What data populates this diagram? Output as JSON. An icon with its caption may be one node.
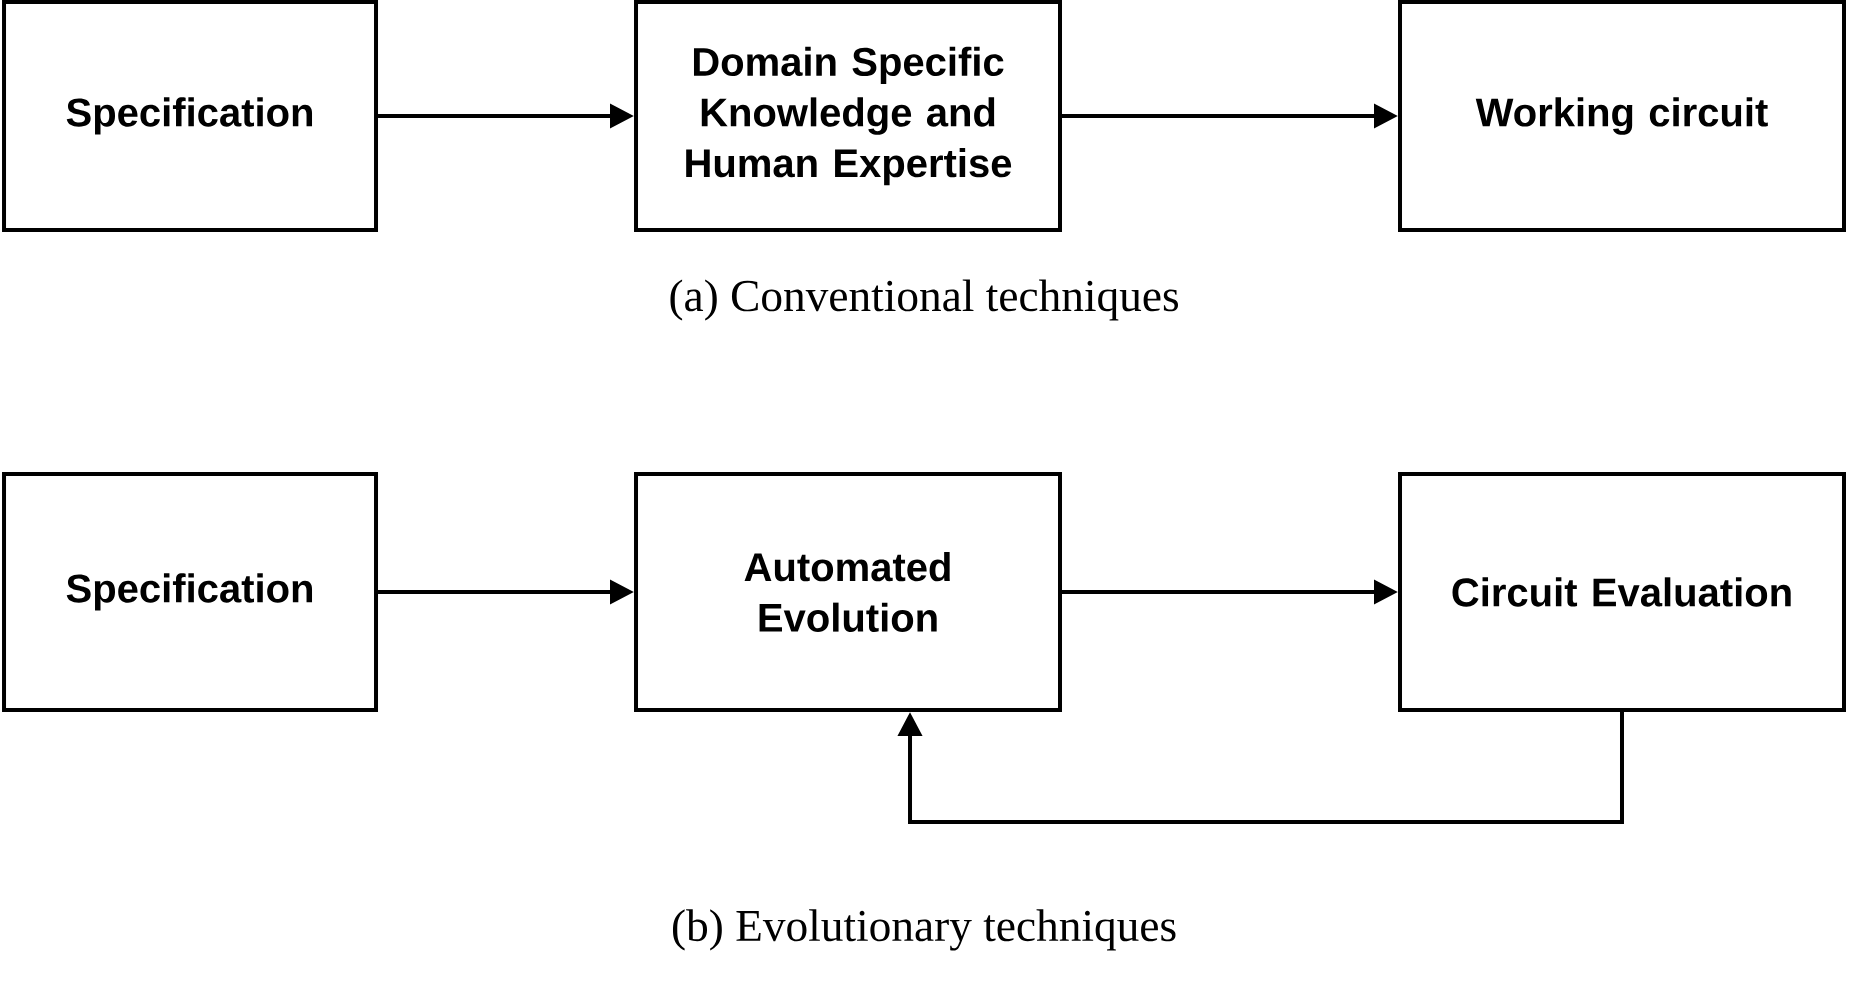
{
  "diagram": {
    "nodes": [
      {
        "text": [
          "Specification"
        ]
      },
      {
        "text": [
          "Domain Specific Knowledge and Human Expertise"
        ]
      },
      {
        "text": [
          "Working circuit"
        ]
      },
      {
        "text": [
          "Specification"
        ]
      },
      {
        "text": [
          "Automated Evolution"
        ]
      },
      {
        "text": [
          "Circuit Evaluation"
        ]
      }
    ],
    "edges": [
      {
        "from": 0,
        "to": 1,
        "arrow": "to"
      },
      {
        "from": 1,
        "to": 2,
        "arrow": "to"
      },
      {
        "from": 3,
        "to": 4,
        "arrow": "to"
      },
      {
        "from": 4,
        "to": 5,
        "arrow": "to"
      },
      {
        "from": 5,
        "to": 4,
        "arrow": "to"
      }
    ],
    "labels": [
      "(a) Conventional techniques",
      "(b) Evolutionary techniques"
    ]
  }
}
